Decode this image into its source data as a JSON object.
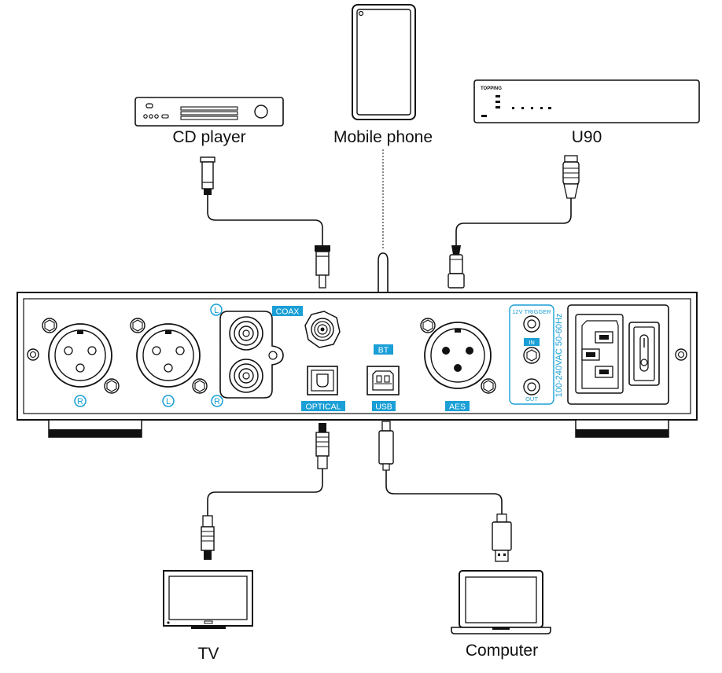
{
  "devices": {
    "cd_player": "CD player",
    "mobile_phone": "Mobile phone",
    "u90": "U90",
    "tv": "TV",
    "computer": "Computer"
  },
  "u90_brand": "TOPPING",
  "ports": {
    "coax": "COAX",
    "optical": "OPTICAL",
    "usb": "USB",
    "aes": "AES",
    "bt": "BT",
    "trigger": "12V TRIGGER",
    "trigger_in": "IN",
    "trigger_out": "OUT",
    "power": "100-240VAC 50-60Hz"
  },
  "channel_marks": {
    "xlr_right": "R",
    "xlr_left": "L",
    "rca_left": "L",
    "rca_right": "R"
  },
  "colors": {
    "accent": "#1a9fd6",
    "line": "#111111"
  }
}
